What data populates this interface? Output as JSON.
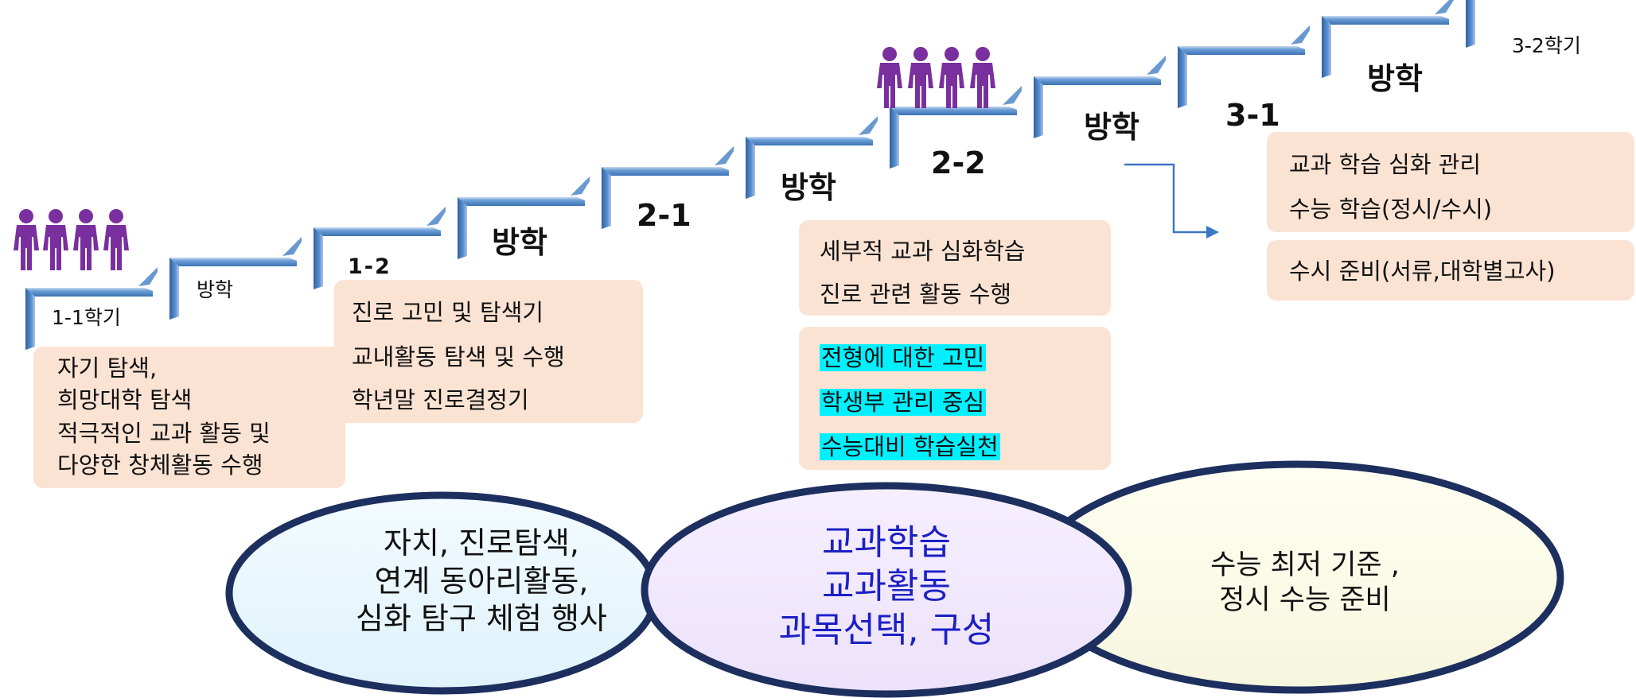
{
  "colors": {
    "step_face": "#4b84c6",
    "step_light": "#d8e6f5",
    "note_bg": "#fbe3d4",
    "highlight": "#00f0ff",
    "people": "#7a2f9e",
    "center_text": "#1c20c4"
  },
  "icons": {
    "people": "people-group-icon",
    "arrow": "arrow-right-icon"
  },
  "steps": [
    {
      "label": "1-1학기"
    },
    {
      "label": "방학"
    },
    {
      "label": "1-2"
    },
    {
      "label": "방학"
    },
    {
      "label": "2-1"
    },
    {
      "label": "방학"
    },
    {
      "label": "2-2"
    },
    {
      "label": "방학"
    },
    {
      "label": "3-1"
    },
    {
      "label": "방학"
    },
    {
      "label": "3-2학기"
    }
  ],
  "notes": [
    {
      "lines": [
        "자기 탐색,",
        "희망대학  탐색",
        "적극적인 교과 활동 및",
        "다양한  창체활동 수행"
      ]
    },
    {
      "lines": [
        "진로 고민 및 탐색기",
        "교내활동 탐색 및 수행",
        "학년말 진로결정기"
      ]
    },
    {
      "lines": [
        "세부적 교과 심화학습",
        "진로 관련 활동 수행"
      ]
    },
    {
      "lines": [
        "전형에 대한 고민",
        "학생부 관리 중심",
        "수능대비 학습실천"
      ]
    },
    {
      "lines": [
        "교과  학습 심화 관리",
        "수능 학습(정시/수시)"
      ]
    },
    {
      "lines": [
        "수시 준비(서류,대학별고사)"
      ]
    }
  ],
  "ovals": [
    {
      "lines": [
        "자치,  진로탐색,",
        "연계  동아리활동,",
        "심화  탐구  체험  행사"
      ]
    },
    {
      "lines": [
        "교과학습",
        "교과활동",
        "과목선택,  구성"
      ]
    },
    {
      "lines": [
        "수능  최저  기준 ,",
        "정시  수능  준비"
      ]
    }
  ]
}
